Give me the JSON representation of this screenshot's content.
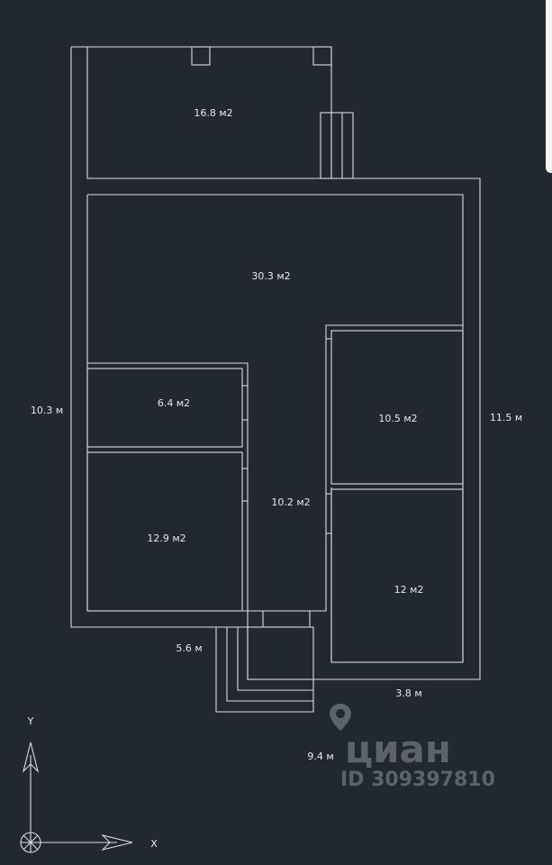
{
  "rooms": [
    {
      "id": "terrace",
      "area": "16.8  м2"
    },
    {
      "id": "living",
      "area": "30.3  м2"
    },
    {
      "id": "small-room",
      "area": "6.4  м2"
    },
    {
      "id": "room-right-top",
      "area": "10.5  м2"
    },
    {
      "id": "hall",
      "area": "10.2  м2"
    },
    {
      "id": "room-left-bottom",
      "area": "12.9  м2"
    },
    {
      "id": "room-right-bottom",
      "area": "12  м2"
    }
  ],
  "dimensions": {
    "left_height": "10.3  м",
    "right_height": "11.5  м",
    "bottom_left": "5.6  м",
    "bottom_right": "3.8  м",
    "total": "9.4  м"
  },
  "axes": {
    "y": "Y",
    "x": "X"
  },
  "watermark": {
    "brand": "циан",
    "id": "ID 309397810"
  },
  "colors": {
    "background": "#222831",
    "lines": "#d9dde2",
    "watermark": "#5d636b"
  }
}
